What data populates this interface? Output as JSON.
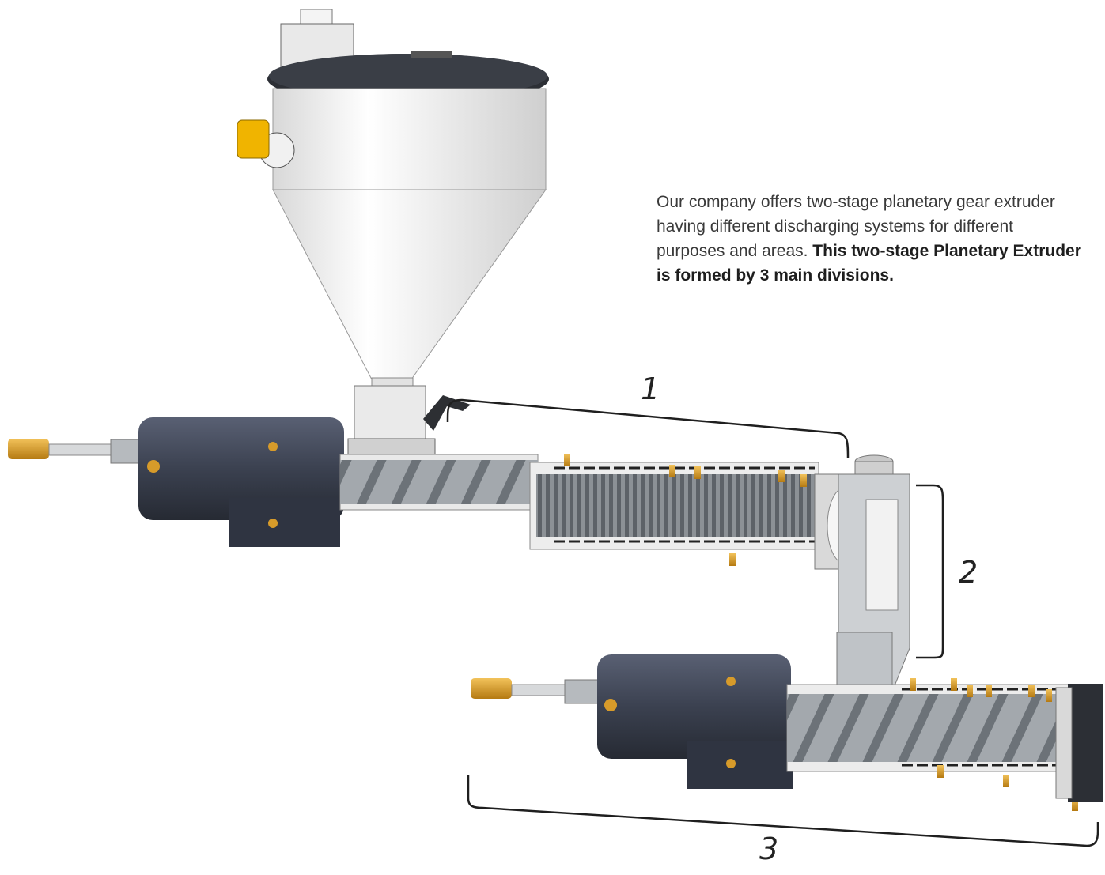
{
  "description": {
    "line1": "Our company offers two-stage planetary gear extruder",
    "line2": "having different discharging systems for different",
    "line3_regular": "purposes and areas. ",
    "line3_bold": "This two-stage Planetary Extruder",
    "line4_bold": "is formed by 3 main divisions."
  },
  "divisions": [
    "1",
    "2",
    "3"
  ],
  "colors": {
    "motor": "#3b4150",
    "barrel_steel": "#c9ccd0",
    "fitting_brass": "#d79b2a",
    "hopper": "#f2f2f2",
    "lid": "#2c2f35",
    "bracket": "#1f1f1f"
  }
}
